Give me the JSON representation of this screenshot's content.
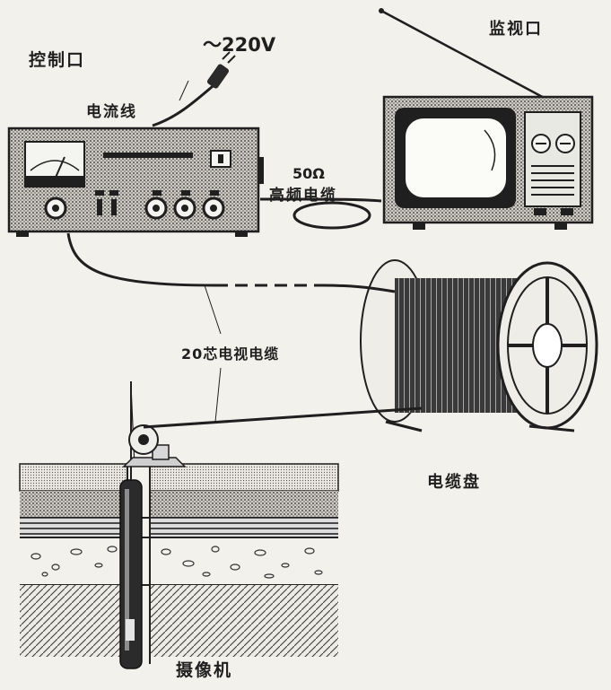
{
  "labels": {
    "control_unit": "控制口",
    "power": "～220V",
    "power_cable": "电流线",
    "monitor": "监视口",
    "impedance": "50Ω",
    "rf_cable": "高频电缆",
    "tv_cable": "20芯电视电缆",
    "cable_reel": "电缆盘",
    "camera": "摄像机"
  },
  "colors": {
    "ink": "#1f1f1f",
    "paper": "#f3f1ec",
    "screen": "#fbfbf8"
  },
  "icons": [
    "control-box",
    "tv-monitor",
    "cable-reel",
    "pulley",
    "borehole-camera",
    "power-plug",
    "antenna"
  ]
}
